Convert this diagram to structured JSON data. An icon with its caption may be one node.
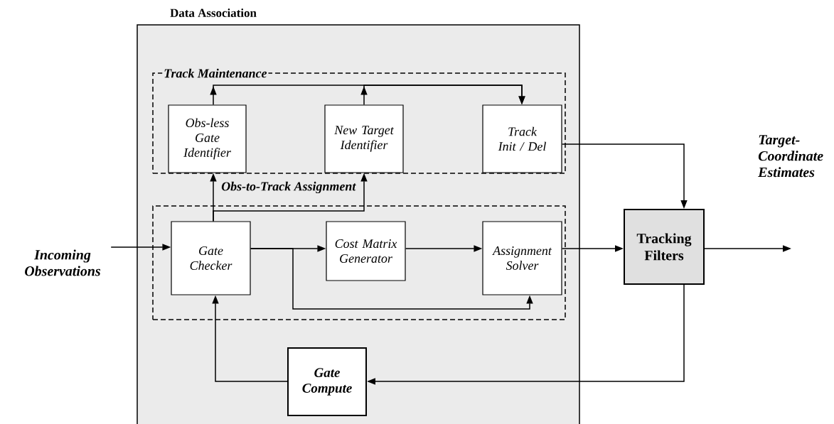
{
  "diagram": {
    "nodes": [
      {
        "text": [
          "Data Association"
        ]
      },
      {
        "text": [
          "Track Maintenance"
        ],
        "in": 0
      },
      {
        "text": [
          "Obs-less Gate Identifier"
        ],
        "in": 1
      },
      {
        "text": [
          "New Target Identifier"
        ],
        "in": 1
      },
      {
        "text": [
          "Track Init / Del"
        ],
        "in": 1
      },
      {
        "text": [
          "Obs-to-Track Assignment"
        ],
        "in": 0
      },
      {
        "text": [
          "Gate Checker"
        ],
        "in": 5
      },
      {
        "text": [
          "Cost Matrix Generator"
        ],
        "in": 5
      },
      {
        "text": [
          "Assignment Solver"
        ],
        "in": 5
      },
      {
        "text": [
          "Gate Compute"
        ],
        "in": 0
      },
      {
        "text": [
          "Tracking Filters"
        ]
      },
      {
        "text": [
          "Incoming Observations"
        ]
      }
    ],
    "edges": [
      {
        "from": 11,
        "to": 6,
        "arrow": "to"
      },
      {
        "from": 6,
        "to": 2,
        "arrow": "to"
      },
      {
        "from": 6,
        "to": 3,
        "arrow": "to"
      },
      {
        "from": 2,
        "to": 4,
        "arrow": "to"
      },
      {
        "from": 3,
        "to": 4,
        "arrow": "to"
      },
      {
        "from": 4,
        "to": 10,
        "arrow": "to"
      },
      {
        "from": 6,
        "to": 7,
        "arrow": "to"
      },
      {
        "from": 6,
        "to": 8,
        "arrow": "to"
      },
      {
        "from": 7,
        "to": 8,
        "arrow": "to"
      },
      {
        "from": 8,
        "to": 10,
        "arrow": "to"
      },
      {
        "from": 10,
        "to": null,
        "arrow": "to"
      },
      {
        "from": 10,
        "to": 9,
        "arrow": "to"
      },
      {
        "from": 9,
        "to": 6,
        "arrow": "to"
      }
    ],
    "labels": [
      "Target-Coordinate Estimates"
    ]
  }
}
